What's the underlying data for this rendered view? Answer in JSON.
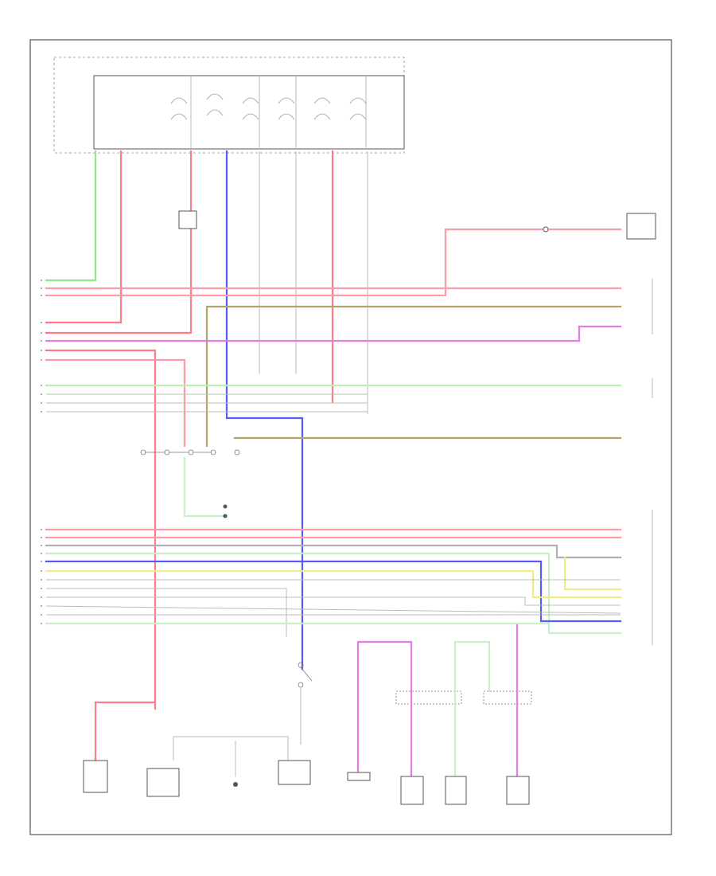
{
  "colors": {
    "red": "#ff7a8a",
    "pink": "#ff9aa8",
    "green": "#8fe68f",
    "blue": "#5a5af0",
    "violet": "#e67ae6",
    "olive": "#b3a36a",
    "yellow": "#eeee88",
    "gray": "#b0b0b0",
    "frame": "#555555"
  },
  "diagram": {
    "page_marker": "",
    "components": [
      {
        "id": "control-module-top",
        "label": ""
      },
      {
        "id": "right-connector",
        "label": ""
      },
      {
        "id": "motor-1",
        "label": ""
      },
      {
        "id": "motor-2",
        "label": ""
      },
      {
        "id": "motor-3",
        "label": ""
      },
      {
        "id": "motor-4",
        "label": ""
      },
      {
        "id": "motor-5",
        "label": ""
      },
      {
        "id": "motor-6",
        "label": ""
      },
      {
        "id": "motor-7",
        "label": ""
      },
      {
        "id": "motor-8",
        "label": ""
      }
    ]
  }
}
